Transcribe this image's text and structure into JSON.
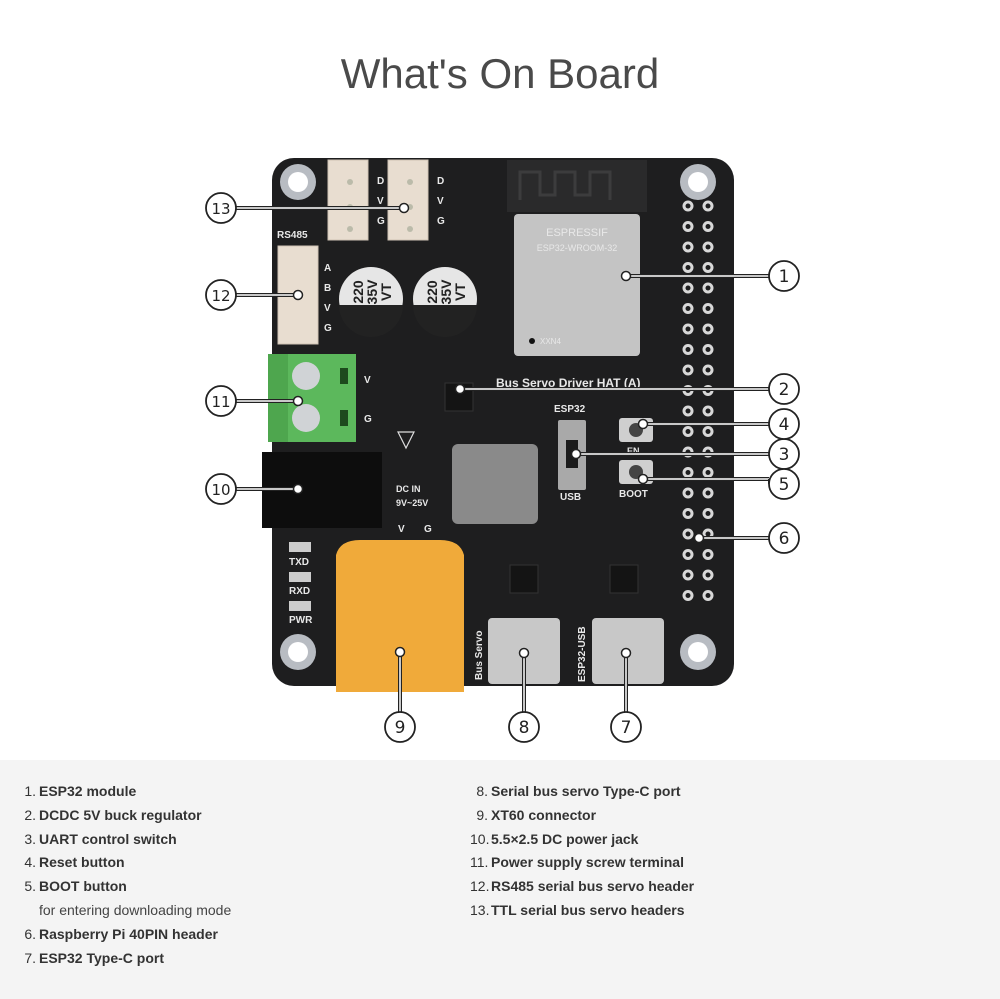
{
  "title": "What's On Board",
  "board": {
    "silkscreen": {
      "ttl_pins": [
        "D",
        "V",
        "G"
      ],
      "rs485_label": "RS485",
      "rs485_pins": [
        "A",
        "B",
        "V",
        "G"
      ],
      "capacitor_values": [
        "220",
        "35V",
        "VT"
      ],
      "terminal_pins": [
        "V",
        "G"
      ],
      "board_name": "Bus Servo Driver HAT (A)",
      "switch_top": "ESP32",
      "switch_bottom": "USB",
      "en_label": "EN",
      "boot_label": "BOOT",
      "dc_in": "DC IN",
      "dc_range": "9V~25V",
      "xt60_pins": [
        "V",
        "G"
      ],
      "leds": [
        "TXD",
        "RXD",
        "PWR"
      ],
      "bus_servo_port": "Bus Servo",
      "esp32_usb_port": "ESP32-USB",
      "module_brand": "ESPRESSIF",
      "module_model": "ESP32-WROOM-32",
      "module_code": "XXN4"
    },
    "callouts": [
      "1",
      "2",
      "3",
      "4",
      "5",
      "6",
      "7",
      "8",
      "9",
      "10",
      "11",
      "12",
      "13"
    ]
  },
  "legend": {
    "left": [
      {
        "num": "1.",
        "label": "ESP32 module"
      },
      {
        "num": "2.",
        "label": "DCDC 5V buck regulator"
      },
      {
        "num": "3.",
        "label": "UART control switch"
      },
      {
        "num": "4.",
        "label": "Reset button"
      },
      {
        "num": "5.",
        "label": "BOOT button",
        "sub": "for entering downloading mode"
      },
      {
        "num": "6.",
        "label": "Raspberry Pi 40PIN header"
      },
      {
        "num": "7.",
        "label": "ESP32 Type-C port"
      }
    ],
    "right": [
      {
        "num": "8.",
        "label": "Serial bus servo Type-C port"
      },
      {
        "num": "9.",
        "label": "XT60 connector"
      },
      {
        "num": "10.",
        "label": "5.5×2.5 DC power jack"
      },
      {
        "num": "11.",
        "label": "Power supply screw terminal"
      },
      {
        "num": "12.",
        "label": "RS485 serial bus servo header"
      },
      {
        "num": "13.",
        "label": "TTL serial bus servo headers"
      }
    ]
  }
}
